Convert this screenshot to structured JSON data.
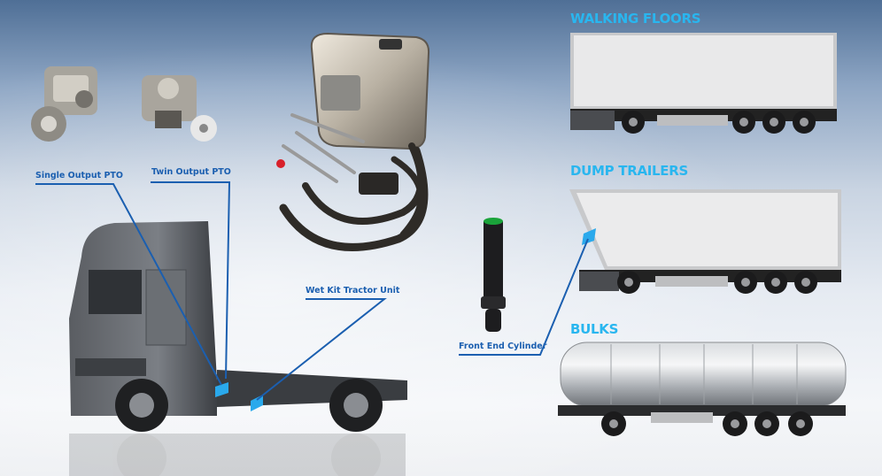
{
  "callouts": {
    "single_output_pto": "Single Output PTO",
    "twin_output_pto": "Twin Output PTO",
    "wet_kit_tractor_unit": "Wet Kit Tractor Unit",
    "front_end_cylinder": "Front End Cylinder"
  },
  "categories": {
    "walking_floors": "WALKING FLOORS",
    "dump_trailers": "DUMP TRAILERS",
    "bulks": "BULKS"
  },
  "colors": {
    "callout": "#1b5fb0",
    "heading": "#29b6ef",
    "marker": "#2aa9ec",
    "cylinder_cap": "#1aa33a"
  }
}
